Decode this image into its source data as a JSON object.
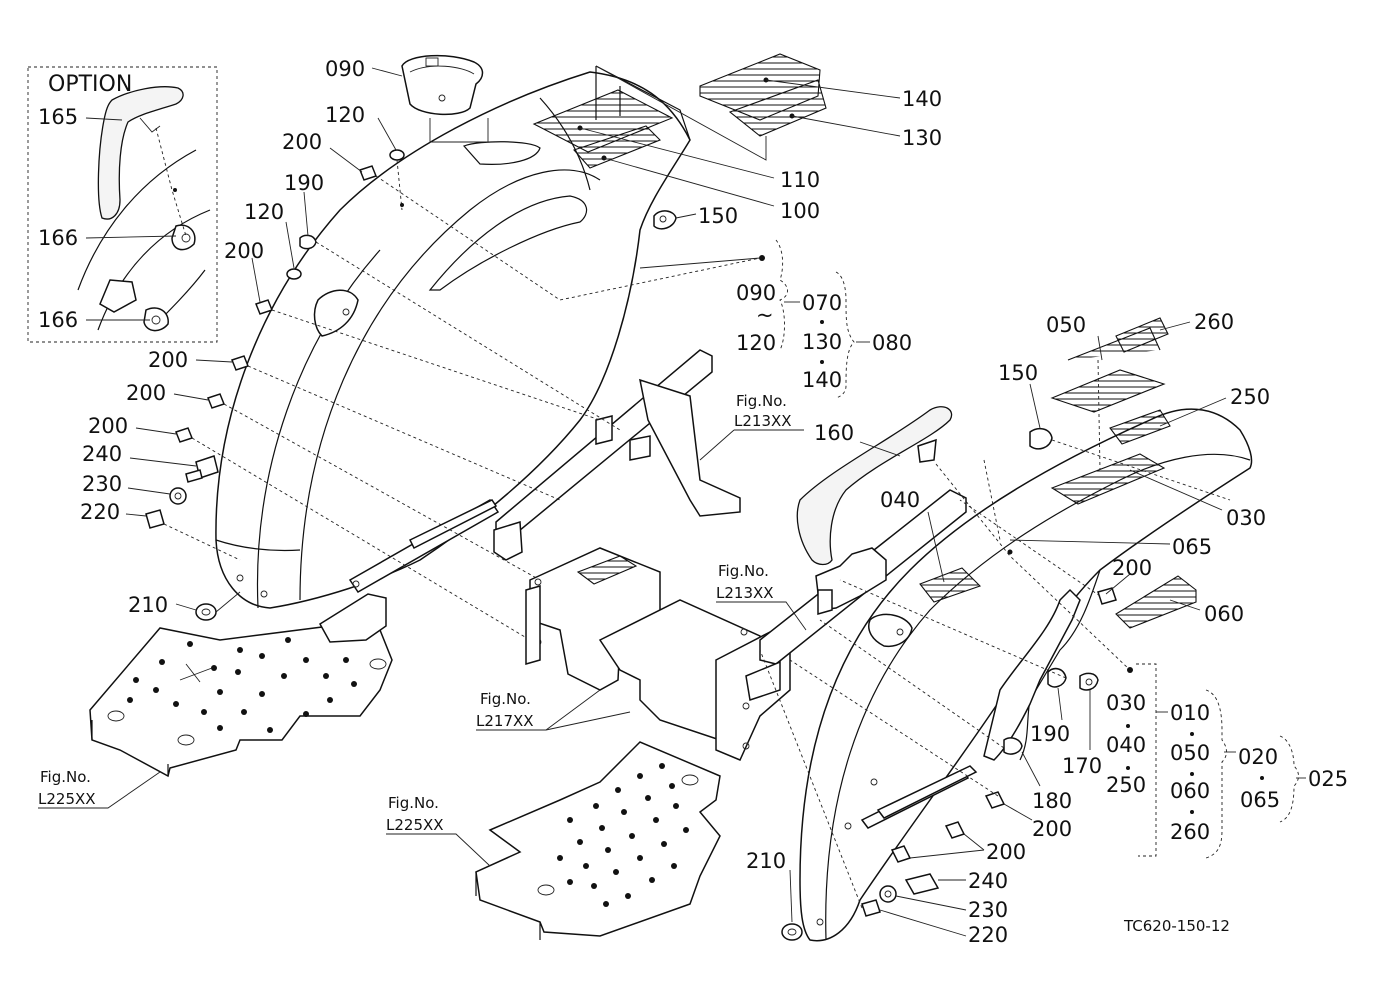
{
  "option_label": "OPTION",
  "drawing_code": "TC620-150-12",
  "fig_refs": {
    "l213_a": {
      "top": "Fig.No.",
      "bottom": "L213XX"
    },
    "l213_b": {
      "top": "Fig.No.",
      "bottom": "L213XX"
    },
    "l217": {
      "top": "Fig.No.",
      "bottom": "L217XX"
    },
    "l225_a": {
      "top": "Fig.No.",
      "bottom": "L225XX"
    },
    "l225_b": {
      "top": "Fig.No.",
      "bottom": "L225XX"
    }
  },
  "callouts": {
    "c090_top": "090",
    "c120_a": "120",
    "c200_a": "200",
    "c190_a": "190",
    "c120_b": "120",
    "c200_b": "200",
    "c200_c": "200",
    "c200_d": "200",
    "c200_e": "200",
    "c240_l": "240",
    "c230_l": "230",
    "c220_l": "220",
    "c210_l": "210",
    "c165": "165",
    "c166_a": "166",
    "c166_b": "166",
    "c140": "140",
    "c130": "130",
    "c110": "110",
    "c100": "100",
    "c150_a": "150",
    "c050": "050",
    "c260_top": "260",
    "c150_b": "150",
    "c250_top": "250",
    "c160": "160",
    "c040_m": "040",
    "c030_r": "030",
    "c065_r": "065",
    "c200_f": "200",
    "c060_r": "060",
    "c190_b": "190",
    "c170": "170",
    "c180": "180",
    "c200_g": "200",
    "c200_h": "200",
    "c210_r": "210",
    "c240_r": "240",
    "c230_r": "230",
    "c220_r": "220"
  },
  "groups": {
    "g090": "090",
    "g_tilde": "~",
    "g120": "120",
    "g070": "070",
    "g130": "130",
    "g140": "140",
    "g080": "080",
    "g030": "030",
    "g040": "040",
    "g250": "250",
    "g010": "010",
    "g050": "050",
    "g060": "060",
    "g260": "260",
    "g020": "020",
    "g065": "065",
    "g025": "025"
  }
}
